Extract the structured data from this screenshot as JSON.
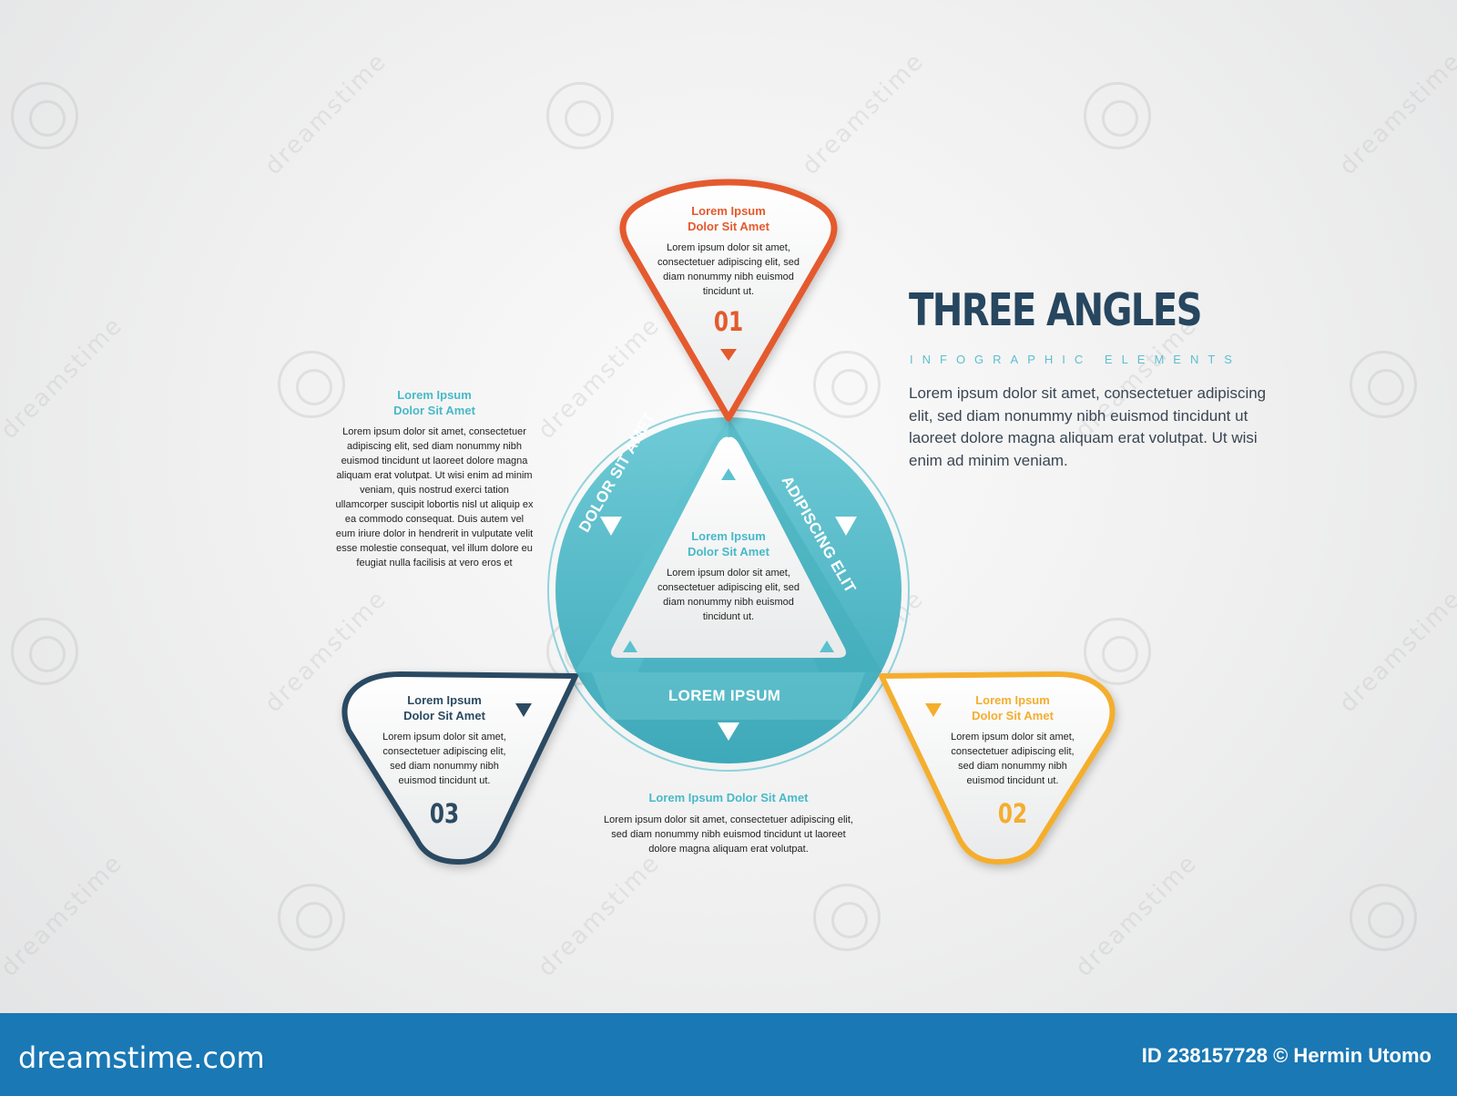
{
  "infographic": {
    "title": "THREE ANGLES",
    "subtitle": "INFOGRAPHIC ELEMENTS",
    "intro": "Lorem ipsum dolor sit amet, consectetuer adipiscing elit, sed diam nonummy nibh euismod tincidunt ut laoreet dolore magna aliquam erat volutpat. Ut wisi enim ad minim veniam."
  },
  "steps": [
    {
      "number": "01",
      "heading_1": "Lorem Ipsum",
      "heading_2": "Dolor Sit Amet",
      "body": "Lorem ipsum dolor sit amet, consectetuer adipiscing elit, sed diam nonummy nibh euismod tincidunt ut.",
      "color": "#e45a2d"
    },
    {
      "number": "02",
      "heading_1": "Lorem Ipsum",
      "heading_2": "Dolor Sit Amet",
      "body": "Lorem ipsum dolor sit amet, consectetuer adipiscing elit, sed diam nonummy nibh euismod tincidunt ut.",
      "color": "#f4ae2e"
    },
    {
      "number": "03",
      "heading_1": "Lorem Ipsum",
      "heading_2": "Dolor Sit Amet",
      "body": "Lorem ipsum dolor sit amet, consectetuer adipiscing elit, sed diam nonummy nibh euismod tincidunt ut.",
      "color": "#2c4a62"
    }
  ],
  "center": {
    "heading_1": "Lorem Ipsum",
    "heading_2": "Dolor Sit Amet",
    "body": "Lorem ipsum dolor sit amet, consectetuer adipiscing elit, sed diam nonummy nibh euismod tincidunt ut.",
    "color": "#48b9c8"
  },
  "bands": {
    "left": "DOLOR SIT AMET",
    "right": "ADIPISCING ELIT",
    "bottom": "LOREM IPSUM"
  },
  "left_note": {
    "heading_1": "Lorem Ipsum",
    "heading_2": "Dolor Sit Amet",
    "body": "Lorem ipsum dolor sit amet, consectetuer adipiscing elit, sed diam nonummy nibh euismod tincidunt ut laoreet dolore magna aliquam erat volutpat. Ut wisi enim ad minim veniam, quis nostrud exerci tation ullamcorper suscipit lobortis nisl ut aliquip ex ea commodo consequat. Duis autem vel eum iriure dolor in hendrerit in vulputate velit esse molestie consequat, vel illum dolore eu feugiat nulla facilisis at vero eros et"
  },
  "bottom_note": {
    "heading": "Lorem Ipsum Dolor Sit Amet",
    "body": "Lorem ipsum dolor sit amet, consectetuer adipiscing elit, sed diam nonummy nibh euismod tincidunt ut laoreet dolore magna aliquam erat volutpat."
  },
  "footer": {
    "brand": "dreamstime.com",
    "credit": "ID 238157728 © Hermin Utomo"
  },
  "watermark": {
    "text": "dreamstime"
  },
  "colors": {
    "teal": "#48b9c8",
    "orange": "#e45a2d",
    "yellow": "#f4ae2e",
    "navy": "#2c4a62",
    "footer": "#1a78b4"
  }
}
